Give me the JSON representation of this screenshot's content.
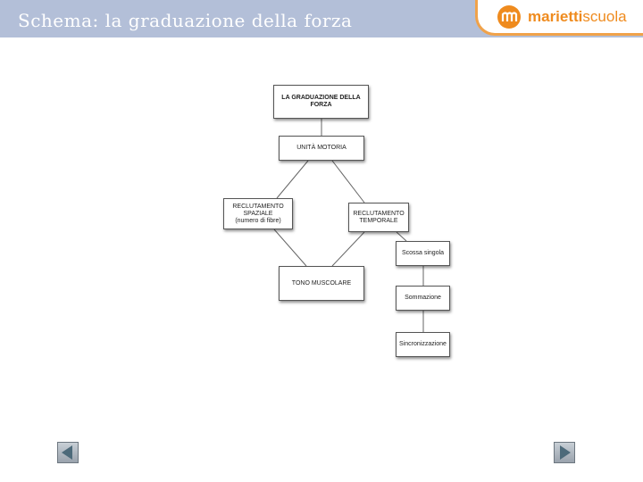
{
  "header": {
    "title": "Schema: la graduazione della forza",
    "brand_bold": "marietti",
    "brand_light": "scuola"
  },
  "diagram": {
    "root": "LA GRADUAZIONE DELLA FORZA",
    "unita": "UNITÀ MOTORIA",
    "spaziale": "RECLUTAMENTO SPAZIALE",
    "spaziale_sub": "(numero di fibre)",
    "temporale": "RECLUTAMENTO TEMPORALE",
    "tono": "TONO MUSCOLARE",
    "scossa": "Scossa singola",
    "sommazione": "Sommazione",
    "sincronizzazione": "Sincronizzazione"
  },
  "nav": {
    "prev_icon": "triangle-left-icon",
    "next_icon": "triangle-right-icon"
  }
}
